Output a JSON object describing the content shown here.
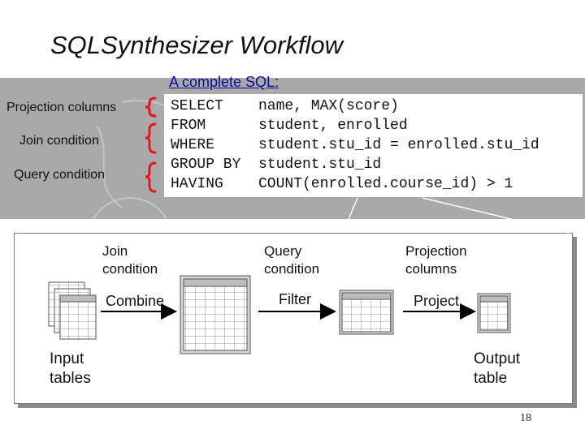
{
  "title": "SQLSynthesizer Workflow",
  "sql_heading": "A complete SQL:",
  "sql_lines": [
    {
      "keyword": "SELECT",
      "clause": "name, MAX(score)"
    },
    {
      "keyword": "FROM",
      "clause": "student, enrolled"
    },
    {
      "keyword": "WHERE",
      "clause": "student.stu_id = enrolled.stu_id"
    },
    {
      "keyword": "GROUP BY",
      "clause": "student.stu_id"
    },
    {
      "keyword": "HAVING",
      "clause": "COUNT(enrolled.course_id) > 1"
    }
  ],
  "side_labels": {
    "projection": "Projection columns",
    "join": "Join condition",
    "query": "Query condition"
  },
  "workflow": {
    "join_label_1": "Join",
    "join_label_2": "condition",
    "query_label_1": "Query",
    "query_label_2": "condition",
    "projection_label_1": "Projection",
    "projection_label_2": "columns",
    "combine": "Combine",
    "filter": "Filter",
    "project": "Project",
    "input_1": "Input",
    "input_2": "tables",
    "output_1": "Output",
    "output_2": "table"
  },
  "page_number": "18"
}
